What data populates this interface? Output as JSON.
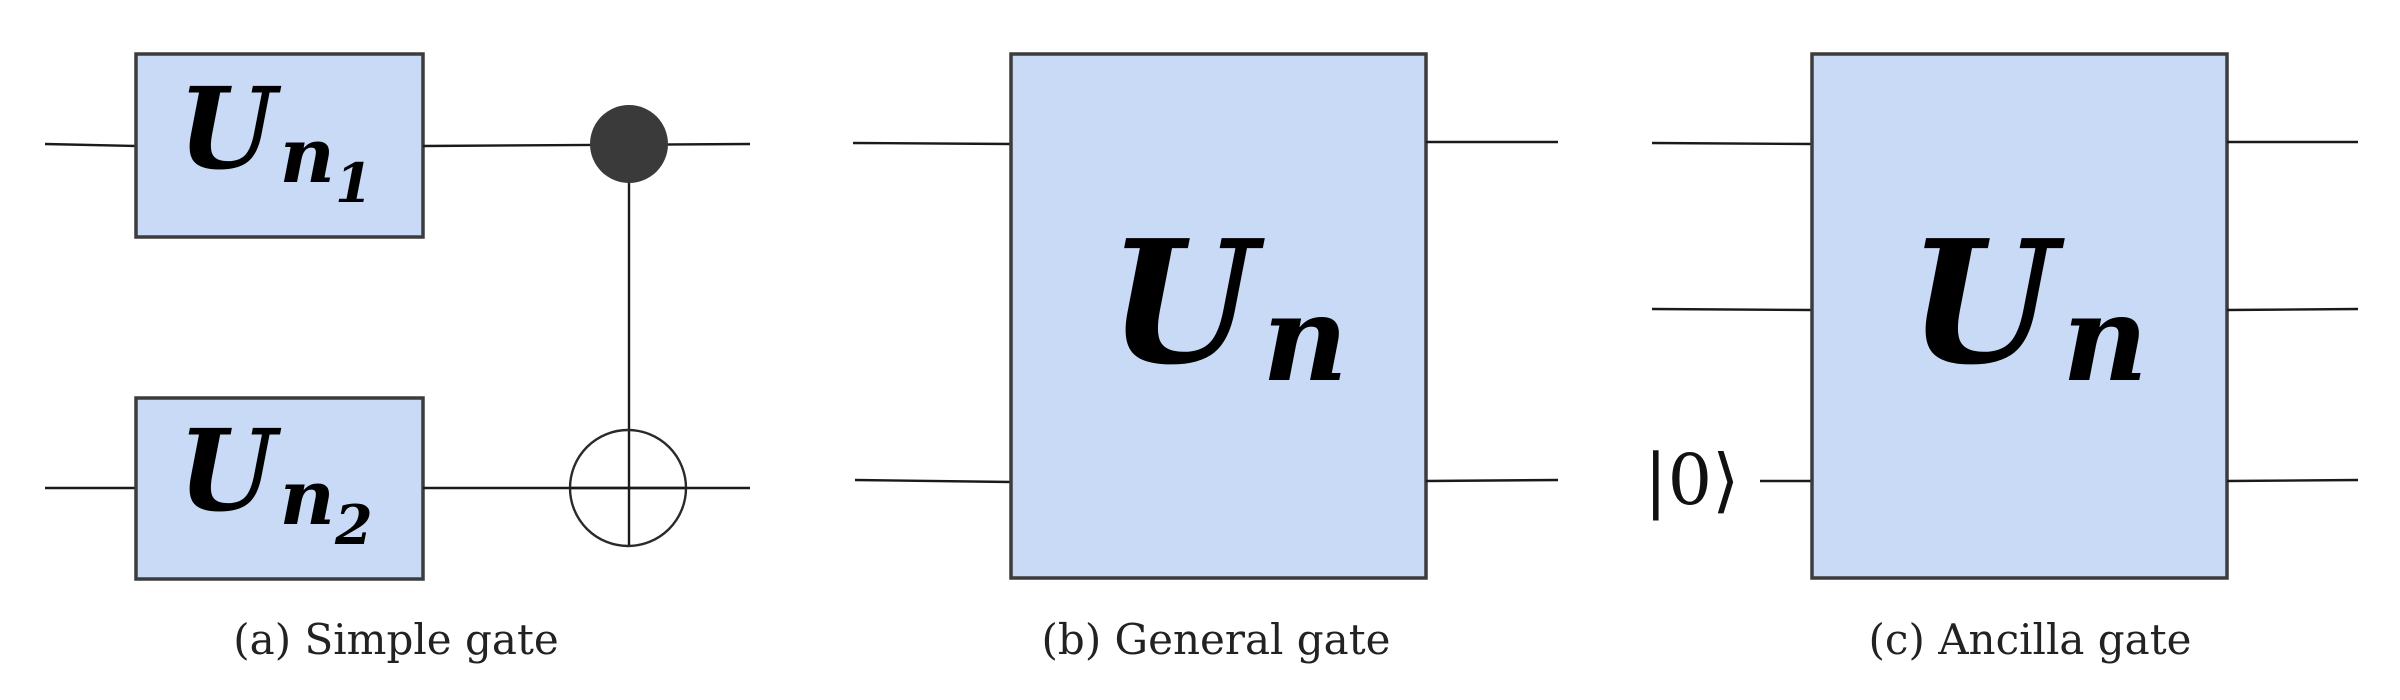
{
  "panels": [
    {
      "caption": "(a) Simple gate",
      "gates": [
        {
          "symbol": "U",
          "subscript": "n",
          "sub_index": "1"
        },
        {
          "symbol": "U",
          "subscript": "n",
          "sub_index": "2"
        }
      ],
      "cnot": {
        "control": "wire-1",
        "target": "wire-2"
      }
    },
    {
      "caption": "(b) General gate",
      "gates": [
        {
          "symbol": "U",
          "subscript": "n"
        }
      ]
    },
    {
      "caption": "(c) Ancilla gate",
      "gates": [
        {
          "symbol": "U",
          "subscript": "n"
        }
      ],
      "ancilla_label": "|0⟩"
    }
  ],
  "colors": {
    "gate_fill": "#c8daf5",
    "gate_border": "#3c3c3c",
    "wire": "#1a1a1a",
    "control_dot": "#3a3a3a"
  }
}
